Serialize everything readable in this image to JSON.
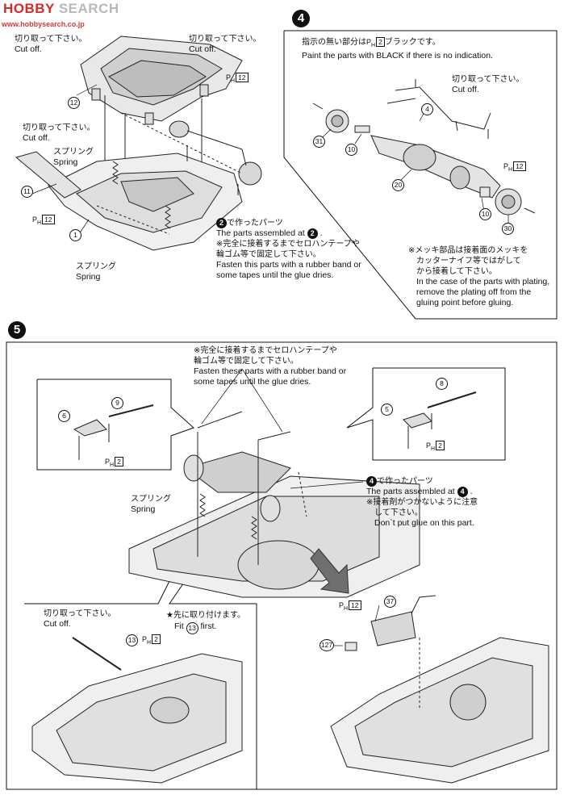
{
  "site": {
    "logo_left": "HOBBY",
    "logo_right": "SEARCH",
    "watermark": "www.hobbysearch.co.jp"
  },
  "step3": {
    "cut_off_a_ja": "切り取って下さい。",
    "cut_off_a_en": "Cut off.",
    "cut_off_b_ja": "切り取って下さい。",
    "cut_off_b_en": "Cut off.",
    "cut_off_c_ja": "切り取って下さい。",
    "cut_off_c_en": "Cut off.",
    "ph": "P",
    "ph_num": "12",
    "ph2": "P",
    "ph2_num": "12",
    "spring_a_ja": "スプリング",
    "spring_a_en": "Spring",
    "spring_b_ja": "スプリング",
    "spring_b_en": "Spring",
    "parts": [
      "12",
      "11",
      "1"
    ],
    "assembled_step": "2",
    "assembled_ja": "で作ったパーツ",
    "assembled_en": "The parts assembled at",
    "note_ja_1": "※完全に接着するまでセロハンテープや",
    "note_ja_2": "輪ゴム等で固定して下さい。",
    "note_en_1": "Fasten this parts with a rubber band or",
    "note_en_2": "some tapes until the glue dries."
  },
  "step4": {
    "number": "4",
    "paint_ja": "指示の無い部分は",
    "paint_ja_ph": "H",
    "paint_ja_num": "2",
    "paint_ja_tail": "ブラックです。",
    "paint_en": "Paint the parts with BLACK  if there is no indication.",
    "cut_off_ja": "切り取って下さい。",
    "cut_off_en": "Cut off.",
    "ph": "P",
    "ph_num": "12",
    "parts": [
      "4",
      "31",
      "10",
      "20",
      "10",
      "30"
    ],
    "plating_ja_1": "※メッキ部品は接着面のメッキを",
    "plating_ja_2": "カッターナイフ等ではがして",
    "plating_ja_3": "から接着して下さい。",
    "plating_en_1": "In the case of the parts with plating,",
    "plating_en_2": "remove the plating off from the",
    "plating_en_3": "gluing point before gluing."
  },
  "step5": {
    "number": "5",
    "note_ja_1": "※完全に接着するまでセロハンテープや",
    "note_ja_2": "輪ゴム等で固定して下さい。",
    "note_en_1": "Fasten these parts with a rubber band or",
    "note_en_2": "some tapes until the glue dries.",
    "left_parts": [
      "9",
      "6"
    ],
    "left_ph": "P",
    "left_ph_num": "2",
    "right_parts": [
      "8",
      "5"
    ],
    "right_ph": "P",
    "right_ph_num": "2",
    "spring_ja": "スプリング",
    "spring_en": "Spring",
    "assembled_step": "4",
    "assembled_ja": "で作ったパーツ",
    "assembled_en": "The parts assembled at",
    "glue_ja_1": "※接着剤がつかないように注意",
    "glue_ja_2": "して下さい。",
    "glue_en": "Don`t put glue on this part.",
    "cut_off_ja": "切り取って下さい。",
    "cut_off_en": "Cut off.",
    "first_ja": "★先に取り付けます。",
    "first_en_pre": "Fit",
    "first_part": "13",
    "first_en_post": "first.",
    "bottom_left_part": "13",
    "bottom_left_ph": "P",
    "bottom_left_ph_num": "2",
    "bottom_right_ph": "P",
    "bottom_right_ph_num": "12",
    "bottom_right_parts": [
      "37",
      "127"
    ]
  }
}
